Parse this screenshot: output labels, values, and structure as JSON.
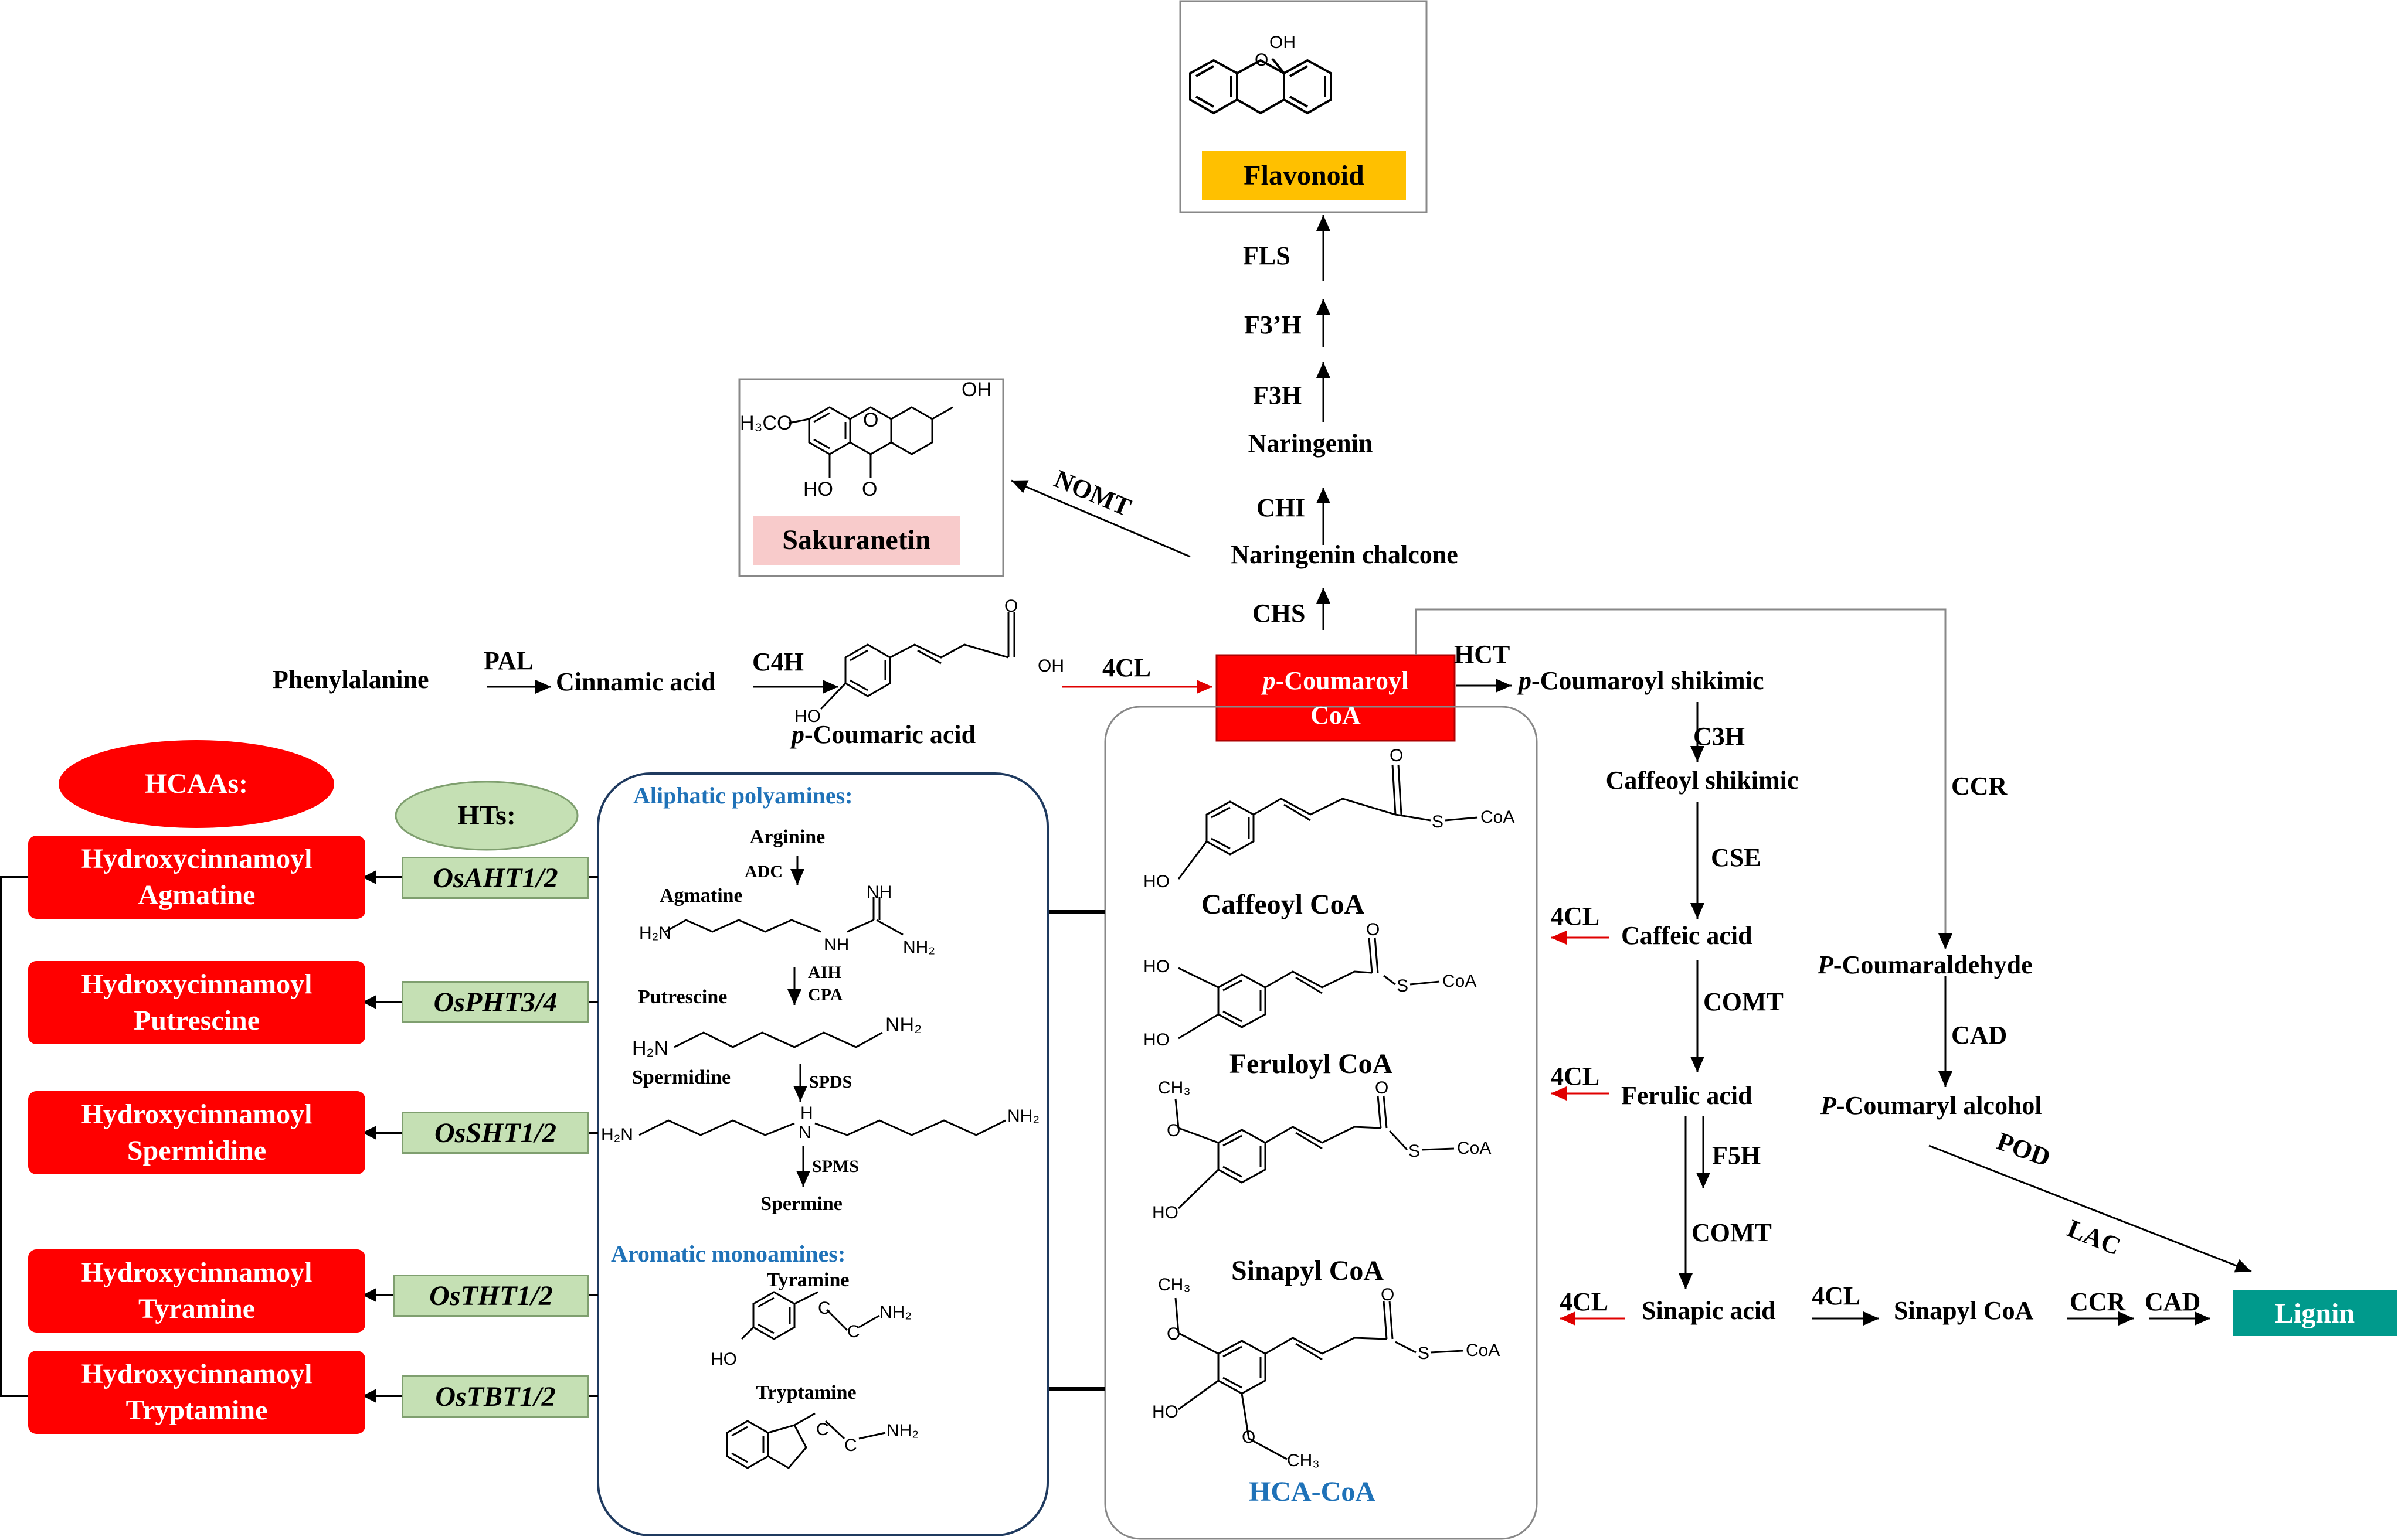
{
  "flavonoid_label": "Flavonoid",
  "sakuranetin_label": "Sakuranetin",
  "lignin_label": "Lignin",
  "hcaas_label": "HCAAs:",
  "hts_label": "HTs:",
  "chem_labels": {
    "oh": "OH",
    "h3co": "H₃CO",
    "ho": "HO",
    "o": "O",
    "coa": "CoA",
    "s": "S",
    "ch3": "CH₃",
    "h2n": "H₂N",
    "nh2": "NH₂",
    "nh": "NH",
    "n": "N",
    "c": "C",
    "h": "H"
  },
  "core": {
    "phenylalanine": "Phenylalanine",
    "pal": "PAL",
    "cinnamic_acid": "Cinnamic acid",
    "c4h": "C4H",
    "coumaric_prefix": "p",
    "coumaric_suffix": "-Coumaric acid",
    "4cl": "4CL",
    "coumaroyl_prefix": "p",
    "coumaroyl_line1_suffix": "-Coumaroyl",
    "coumaroyl_line2": "CoA"
  },
  "flavonoid_branch": {
    "fls": "FLS",
    "f3prime_h": "F3’H",
    "f3h": "F3H",
    "naringenin": "Naringenin",
    "chi": "CHI",
    "naringenin_chalcone": "Naringenin chalcone",
    "chs": "CHS",
    "nomt": "NOMT"
  },
  "lignin_branch": {
    "hct": "HCT",
    "coumaroyl_shikimic_prefix": "p",
    "coumaroyl_shikimic_suffix": "-Coumaroyl shikimic",
    "c3h": "C3H",
    "caffeoyl_shikimic": "Caffeoyl shikimic",
    "cse": "CSE",
    "caffeic_acid": "Caffeic acid",
    "comt1": "COMT",
    "ferulic_acid": "Ferulic acid",
    "f5h": "F5H",
    "comt2": "COMT",
    "sinapic_acid": "Sinapic acid",
    "4cl_caffeic": "4CL",
    "4cl_ferulic": "4CL",
    "4cl_sinapic": "4CL",
    "4cl_sinapyl": "4CL",
    "sinapyl_coa": "Sinapyl CoA",
    "ccr_final": "CCR",
    "cad_final": "CAD",
    "ccr": "CCR",
    "coumaraldehyde_prefix": "P",
    "coumaraldehyde_suffix": "-Coumaraldehyde",
    "cad": "CAD",
    "coumaryl_alcohol_prefix": "P",
    "coumaryl_alcohol_suffix": "-Coumaryl alcohol",
    "pod": "POD",
    "lac": "LAC"
  },
  "hca_coa": {
    "title": "HCA-CoA",
    "caffeoyl": "Caffeoyl CoA",
    "feruloyl": "Feruloyl CoA",
    "sinapyl": "Sinapyl CoA"
  },
  "amines": {
    "aliphatic_title": "Aliphatic polyamines:",
    "arginine": "Arginine",
    "adc": "ADC",
    "agmatine": "Agmatine",
    "aih": "AIH",
    "cpa": "CPA",
    "putrescine": "Putrescine",
    "spermidine": "Spermidine",
    "spds": "SPDS",
    "spms": "SPMS",
    "spermine": "Spermine",
    "aromatic_title": "Aromatic monoamines:",
    "tyramine": "Tyramine",
    "tryptamine": "Tryptamine"
  },
  "hcaa_products": [
    {
      "line1": "Hydroxycinnamoyl",
      "line2": "Agmatine",
      "enzyme": "OsAHT1/2"
    },
    {
      "line1": "Hydroxycinnamoyl",
      "line2": "Putrescine",
      "enzyme": "OsPHT3/4"
    },
    {
      "line1": "Hydroxycinnamoyl",
      "line2": "Spermidine",
      "enzyme": "OsSHT1/2"
    },
    {
      "line1": "Hydroxycinnamoyl",
      "line2": "Tyramine",
      "enzyme": "OsTHT1/2"
    },
    {
      "line1": "Hydroxycinnamoyl",
      "line2": "Tryptamine",
      "enzyme": "OsTBT1/2"
    }
  ],
  "colors": {
    "red": "#ff0000",
    "flavonoid_bg": "#ffc000",
    "sakuranetin_bg": "#f8cbcb",
    "lignin_bg": "#009a8c",
    "ht_bg": "#c5e0b4",
    "ht_title_bg": "#c5e0b4",
    "blue_text": "#1f72b8"
  }
}
